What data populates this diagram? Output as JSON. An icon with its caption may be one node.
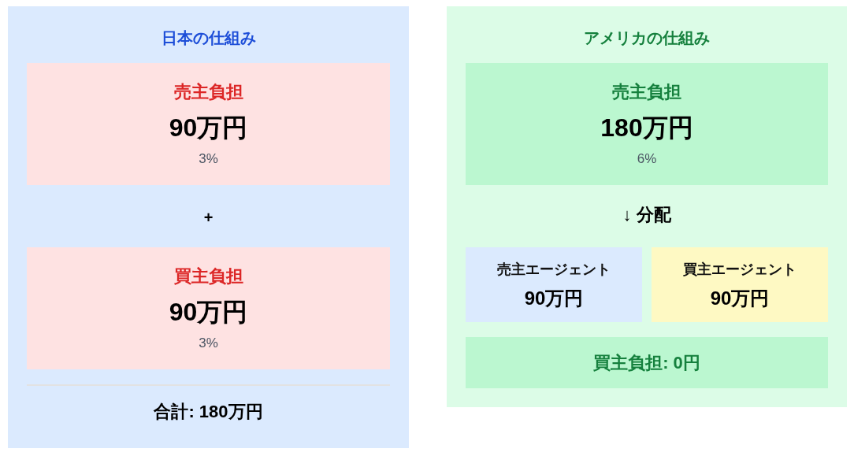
{
  "diagram": {
    "nodes": [
      {
        "text": [
          "日本の仕組み"
        ]
      },
      {
        "text": [
          "売主負担",
          "90万円",
          "3%"
        ],
        "in": 0
      },
      {
        "text": [
          "買主負担",
          "90万円",
          "3%"
        ],
        "in": 0
      },
      {
        "text": [
          "アメリカの仕組み"
        ]
      },
      {
        "text": [
          "売主負担",
          "180万円",
          "6%"
        ],
        "in": 3
      },
      {
        "text": [
          "売主エージェント",
          "90万円"
        ],
        "in": 3
      },
      {
        "text": [
          "買主エージェント",
          "90万円"
        ],
        "in": 3
      },
      {
        "text": [
          "買主負担: 0円"
        ],
        "in": 3
      }
    ],
    "labels": [
      "+",
      "合計: 180万円",
      "↓ 分配"
    ]
  }
}
